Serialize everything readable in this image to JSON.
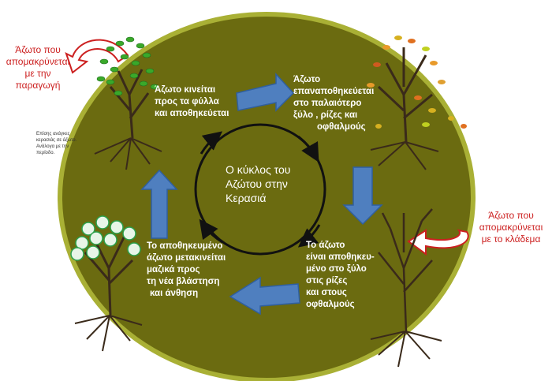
{
  "center_title": [
    "Ο κύκλος του",
    "Αζώτου στην",
    "Κερασιά"
  ],
  "stages": {
    "top_left": [
      "Άζωτο κινείται",
      "προς τα φύλλα",
      "και αποθηκεύεται"
    ],
    "top_right": [
      "Άζωτο",
      "επαναποθηκεύεται",
      "στο παλαιότερο",
      "ξύλο , ρίζες και",
      "οφθαλμούς"
    ],
    "bottom_right": [
      "Το άζωτο",
      "είναι αποθηκευ-",
      "μένο στο ξύλο",
      "στις ρίζες",
      "και στους",
      "οφθαλμούς"
    ],
    "bottom_left": [
      "Το αποθηκευμένο",
      "άζωτο μετακινείται",
      "μαζικά προς",
      "τη νέα βλάστηση",
      "και άνθηση"
    ]
  },
  "callouts": {
    "production": [
      "Άζωτο που",
      "απομακρύνεται",
      "με την",
      "παραγωγή"
    ],
    "pruning": [
      "Άζωτο που",
      "απομακρύνεται",
      "με το κλάδεμα"
    ],
    "small_note": "Επίσης ανάγκες κερασιάς σε άζωτο. Ανάλογα με την περίοδο."
  },
  "colors": {
    "ring": "#6b6b10",
    "ring_border": "#a9b035",
    "arrow": "#4f7fbf",
    "callout": "#cc2020"
  }
}
